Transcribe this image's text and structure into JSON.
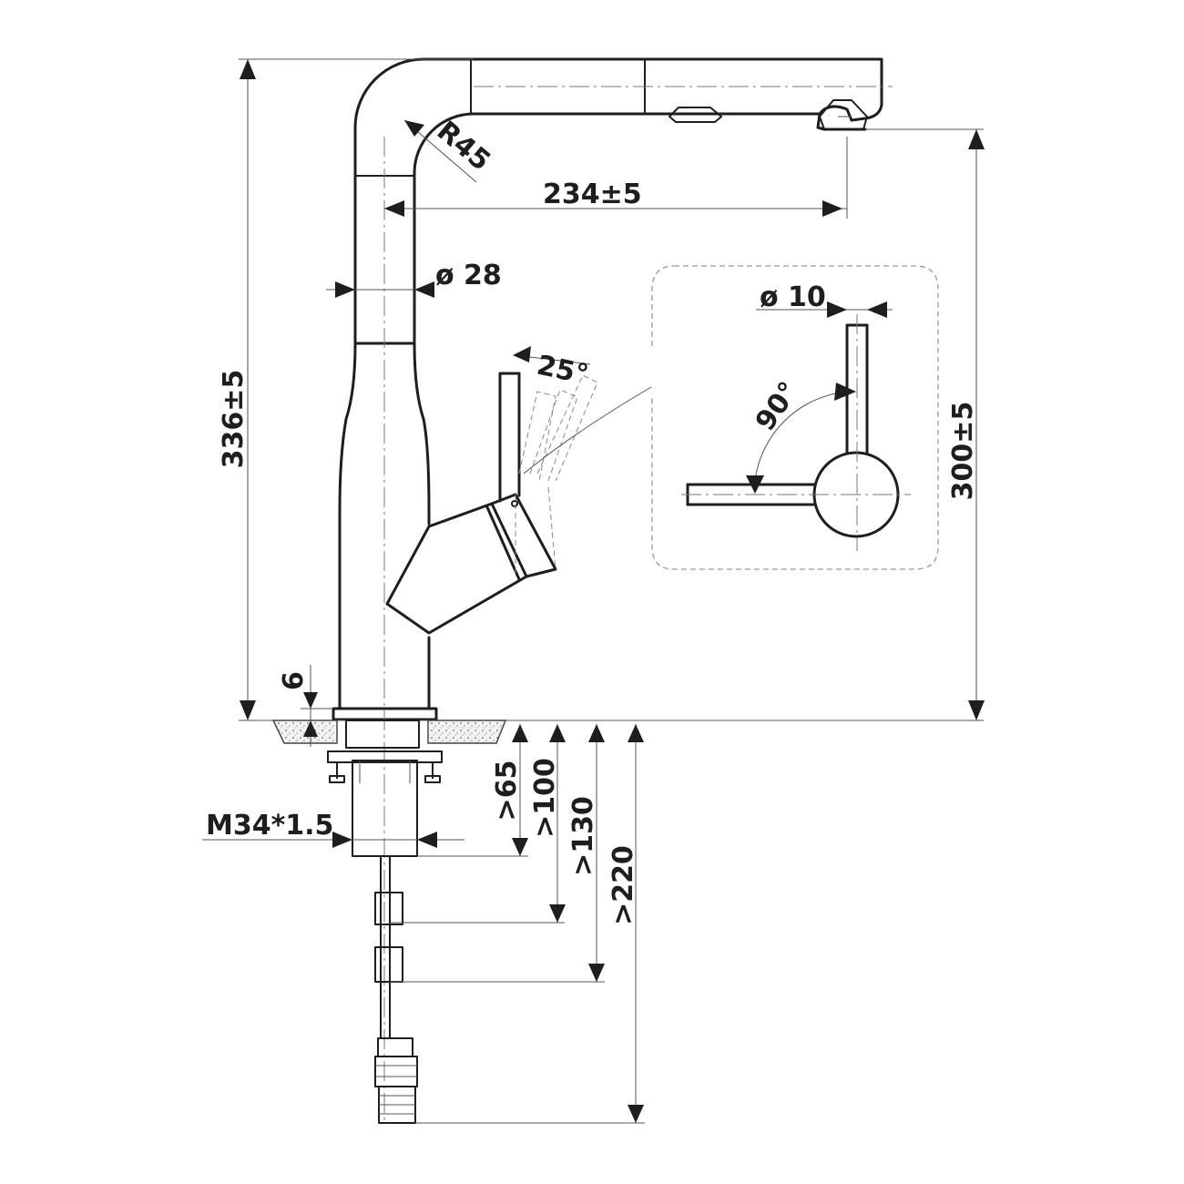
{
  "dimensions": {
    "radius": "R45",
    "reach": "234±5",
    "pipe_diameter": "ø 28",
    "total_height": "336±5",
    "outlet_height": "300±5",
    "handle_angle": "25°",
    "handle_diameter": "ø 10",
    "handle_rotation": "90°",
    "base_thickness": "6",
    "thread": "M34*1.5",
    "depth_65": ">65",
    "depth_100": ">100",
    "depth_130": ">130",
    "depth_220": ">220"
  },
  "colors": {
    "line": "#1e1e1e",
    "dim_line": "#555555",
    "detail_box": "#999999"
  }
}
